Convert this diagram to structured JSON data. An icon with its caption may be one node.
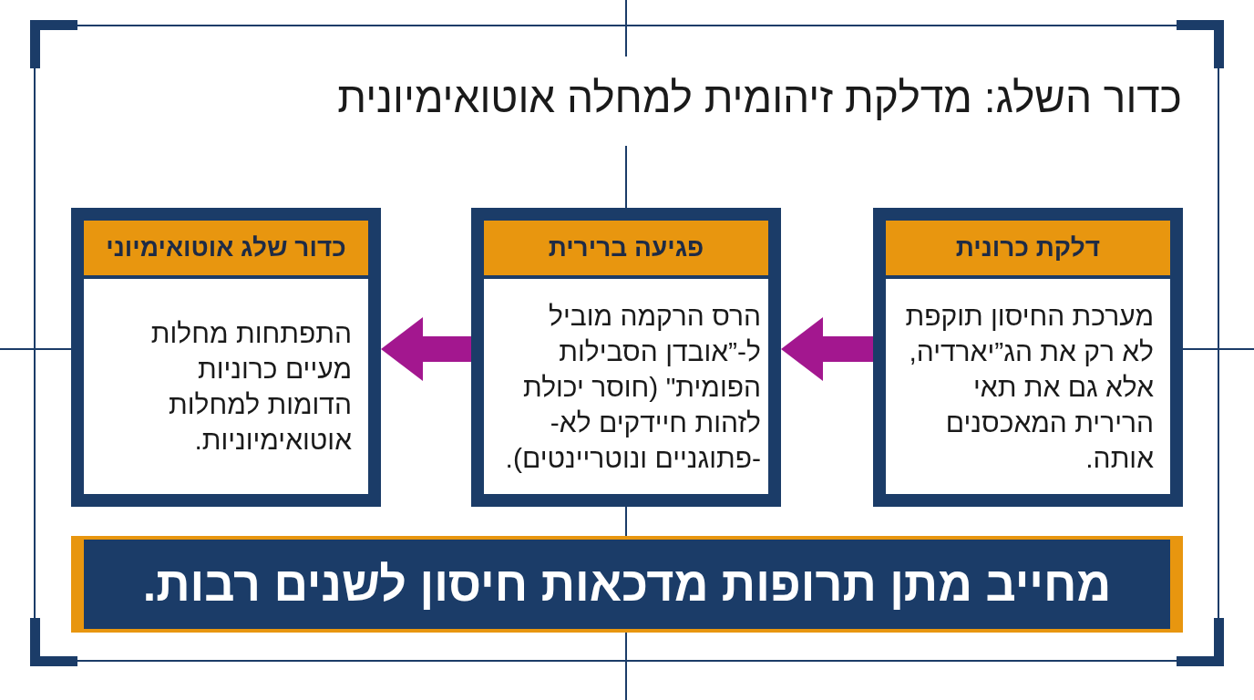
{
  "diagram": {
    "title": "כדור השלג: מדלקת זיהומית למחלה אוטואימיונית",
    "nodes": [
      {
        "text": [
          "דלקת כרונית",
          "מערכת החיסון תוקפת לא רק את הג”יארדיה, אלא גם את תאי הרירית המאכסנים אותה."
        ]
      },
      {
        "text": [
          "פגיעה ברירית",
          "הרס הרקמה מוביל ל-”אובדן הסבילות הפומית\" (חוסר יכולת לזהות חיידקים לא- -פתוגניים ונוטריינטים)."
        ]
      },
      {
        "text": [
          "כדור שלג אוטואימיוני",
          "התפתחות מחלות מעיים כרוניות הדומות למחלות אוטואימיוניות."
        ]
      },
      {
        "text": [
          "מחייב מתן תרופות מדכאות חיסון לשנים רבות."
        ]
      }
    ],
    "edges": [
      {
        "from": 0,
        "to": 1,
        "arrow": "to"
      },
      {
        "from": 1,
        "to": 2,
        "arrow": "to"
      }
    ]
  }
}
